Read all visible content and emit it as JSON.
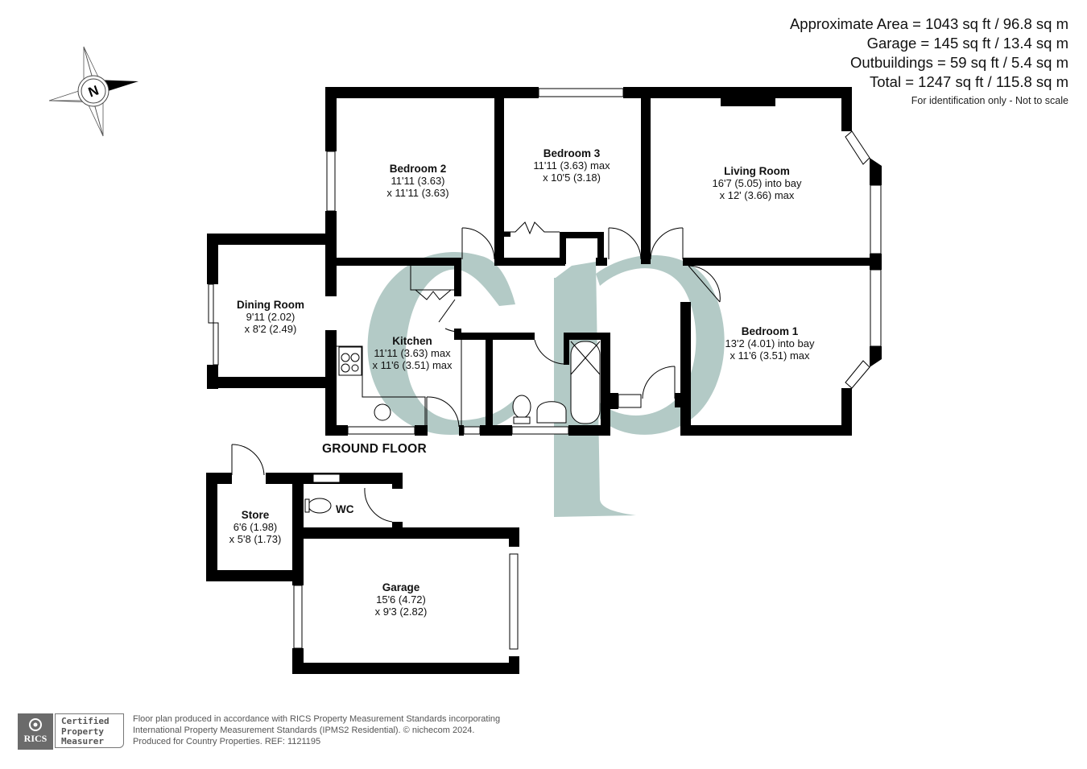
{
  "areas": {
    "approximate": "Approximate Area = 1043 sq ft / 96.8 sq m",
    "garage": "Garage = 145 sq ft / 13.4 sq m",
    "outbuildings": "Outbuildings = 59 sq ft / 5.4 sq m",
    "total": "Total = 1247 sq ft / 115.8 sq m",
    "note": "For identification only - Not to scale"
  },
  "compass": {
    "icon": "compass-north-icon",
    "letter": "N"
  },
  "floor_title": "GROUND FLOOR",
  "watermark": {
    "text": "cp",
    "color": "#b3cac6"
  },
  "rooms": [
    {
      "id": "bedroom-2",
      "name": "Bedroom 2",
      "dim1": "11'11 (3.63)",
      "dim2": "x 11'11 (3.63)"
    },
    {
      "id": "bedroom-3",
      "name": "Bedroom 3",
      "dim1": "11'11 (3.63) max",
      "dim2": "x 10'5 (3.18)"
    },
    {
      "id": "living-room",
      "name": "Living Room",
      "dim1": "16'7 (5.05) into bay",
      "dim2": "x 12' (3.66) max"
    },
    {
      "id": "dining-room",
      "name": "Dining Room",
      "dim1": "9'11 (2.02)",
      "dim2": "x 8'2 (2.49)"
    },
    {
      "id": "kitchen",
      "name": "Kitchen",
      "dim1": "11'11 (3.63) max",
      "dim2": "x 11'6 (3.51) max"
    },
    {
      "id": "bedroom-1",
      "name": "Bedroom 1",
      "dim1": "13'2 (4.01) into bay",
      "dim2": "x 11'6 (3.51) max"
    },
    {
      "id": "store",
      "name": "Store",
      "dim1": "6'6 (1.98)",
      "dim2": "x 5'8 (1.73)"
    },
    {
      "id": "garage",
      "name": "Garage",
      "dim1": "15'6 (4.72)",
      "dim2": "x 9'3 (2.82)"
    }
  ],
  "wc_label": "WC",
  "footer": {
    "badge_rics": "RICS",
    "badge_line1": "Certified",
    "badge_line2": "Property",
    "badge_line3": "Measurer",
    "line1": "Floor plan produced in accordance with RICS Property Measurement Standards incorporating",
    "line2": "International Property Measurement Standards (IPMS2 Residential).   © nichecom 2024.",
    "line3": "Produced for Country Properties.   REF: 1121195"
  },
  "colors": {
    "wall": "#000000",
    "watermark": "#b3cac6",
    "badge_gray": "#6b6b6b"
  }
}
